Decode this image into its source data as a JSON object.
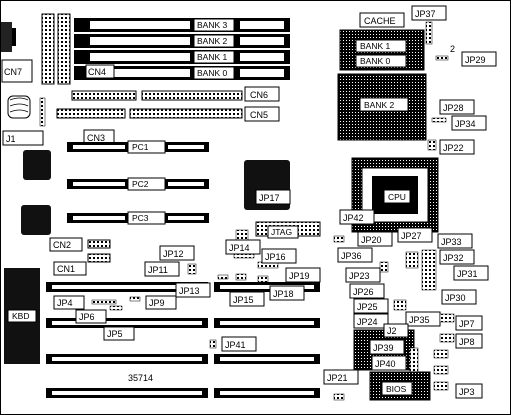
{
  "labels": {
    "cache": "CACHE",
    "bank3": "BANK 3",
    "bank2_top": "BANK 2",
    "bank1_top": "BANK 1",
    "bank0_top": "BANK 0",
    "bank1_right": "BANK 1",
    "bank0_right": "BANK 0",
    "bank2_right": "BANK 2",
    "cn7": "CN7",
    "cn4": "CN4",
    "cn6": "CN6",
    "cn5": "CN5",
    "cn3": "CN3",
    "cn2": "CN2",
    "cn1": "CN1",
    "j1": "J1",
    "pc1": "PC1",
    "pc2": "PC2",
    "pc3": "PC3",
    "cpu": "CPU",
    "jtag": "JTAG",
    "kbd": "KBD",
    "bios": "BIOS",
    "j2": "J2",
    "board_number": "35714",
    "num2": "2",
    "jp37": "JP37",
    "jp29": "JP29",
    "jp28": "JP28",
    "jp34": "JP34",
    "jp22": "JP22",
    "jp17": "JP17",
    "jp42": "JP42",
    "jp20": "JP20",
    "jp27": "JP27",
    "jp33": "JP33",
    "jp32": "JP32",
    "jp31": "JP31",
    "jp30": "JP30",
    "jp35": "JP35",
    "jp36": "JP36",
    "jp23": "JP23",
    "jp26": "JP26",
    "jp25": "JP25",
    "jp24": "JP24",
    "jp14": "JP14",
    "jp16": "JP16",
    "jp19": "JP19",
    "jp18": "JP18",
    "jp15": "JP15",
    "jp13": "JP13",
    "jp12": "JP12",
    "jp11": "JP11",
    "jp4": "JP4",
    "jp9": "JP9",
    "jp6": "JP6",
    "jp5": "JP5",
    "jp41": "JP41",
    "jp39": "JP39",
    "jp40": "JP40",
    "jp7": "JP7",
    "jp8": "JP8",
    "jp3": "JP3",
    "jp21": "JP21"
  }
}
